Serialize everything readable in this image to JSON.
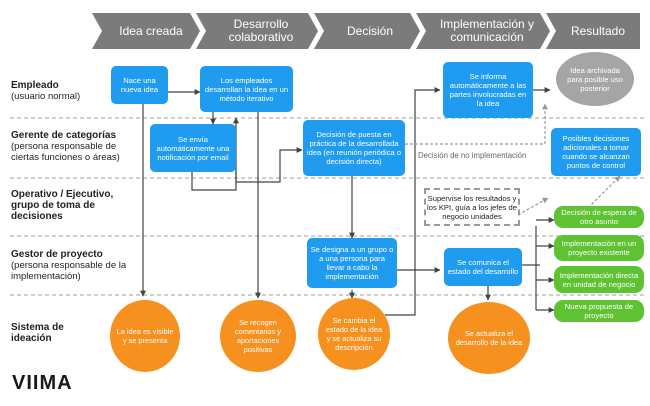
{
  "phases": [
    "Idea creada",
    "Desarrollo colaborativo",
    "Decisión",
    "Implementación y comunicación",
    "Resultado"
  ],
  "lanes": [
    {
      "title": "Empleado",
      "subtitle": "(usuario normal)"
    },
    {
      "title": "Gerente de categorías",
      "subtitle": "(persona responsable de ciertas funciones o áreas)"
    },
    {
      "title": "Operativo / Ejecutivo, grupo de toma de decisiones",
      "subtitle": ""
    },
    {
      "title": "Gestor de proyecto",
      "subtitle": "(persona responsable de la implementación)"
    },
    {
      "title": "Sistema de ideación",
      "subtitle": ""
    }
  ],
  "boxes": {
    "nace": "Nace una nueva idea",
    "desarrollan": "Los empleados desarrollan la idea en un método iterativo",
    "notificacion": "Se envía automáticamente una notificación por email",
    "decision": "Decisión de puesta en práctica de la desarrollada idea (en reunión periódica o decisión directa)",
    "informa": "Se informa automáticamente a las partes involucradas en la idea",
    "posibles": "Posibles decisiones adicionales a tomar cuando se alcanzan puntos de control",
    "designa": "Se designa a un grupo o a una persona para llevar a cabo la implementación",
    "comunica": "Se comunica el estado del desarrollo"
  },
  "archived": "Idea archivada para posible uso posterior",
  "supervise": "Supervise los resultados y los KPI, guía a los jefes de negocio unidades",
  "no_impl_label": "Decisión de no implementación",
  "results": [
    "Decisión de espera de otro asunto",
    "Implementación en un proyecto existente",
    "Implementación directa en unidad de negocio",
    "Nueva propuesta de proyecto"
  ],
  "circles": [
    "La idea es visible y se presenta",
    "Se recogen comentarios y aportaciones positivas",
    "Se cambia el estado de la idea y se actualiza su descripción",
    "Se actualiza el desarrollo de la idea"
  ],
  "logo": "VIIMA",
  "colors": {
    "phase": "#7d7d7d",
    "box": "#1f9bf0",
    "green": "#5fc232",
    "circle": "#f6901e",
    "archived": "#a5a5a5"
  }
}
